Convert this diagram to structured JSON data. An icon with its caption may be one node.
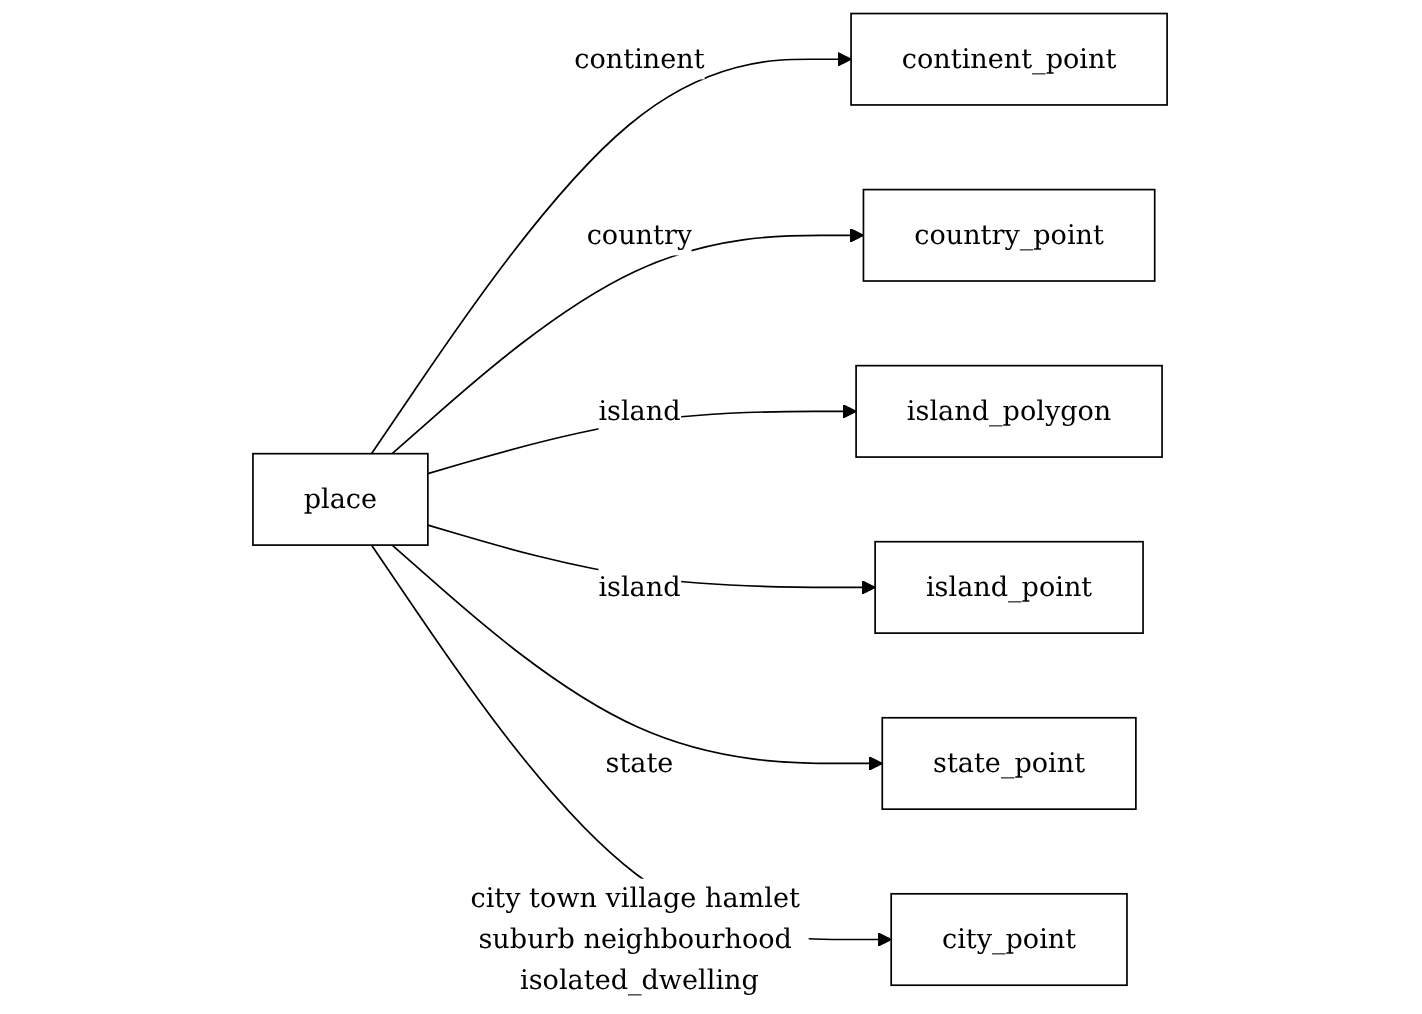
{
  "diagram": {
    "nodes": [
      {
        "text": [
          "place"
        ]
      },
      {
        "text": [
          "continent_point"
        ]
      },
      {
        "text": [
          "country_point"
        ]
      },
      {
        "text": [
          "island_polygon"
        ]
      },
      {
        "text": [
          "island_point"
        ]
      },
      {
        "text": [
          "state_point"
        ]
      },
      {
        "text": [
          "city_point"
        ]
      }
    ],
    "edges": [
      {
        "from": 0,
        "to": 1,
        "arrow": "to",
        "label": "continent"
      },
      {
        "from": 0,
        "to": 2,
        "arrow": "to",
        "label": "country"
      },
      {
        "from": 0,
        "to": 3,
        "arrow": "to",
        "label": "island"
      },
      {
        "from": 0,
        "to": 4,
        "arrow": "to",
        "label": "island"
      },
      {
        "from": 0,
        "to": 5,
        "arrow": "to",
        "label": "state"
      },
      {
        "from": 0,
        "to": 6,
        "arrow": "to",
        "label": "city town village hamlet suburb neighbourhood isolated_dwelling"
      }
    ]
  }
}
